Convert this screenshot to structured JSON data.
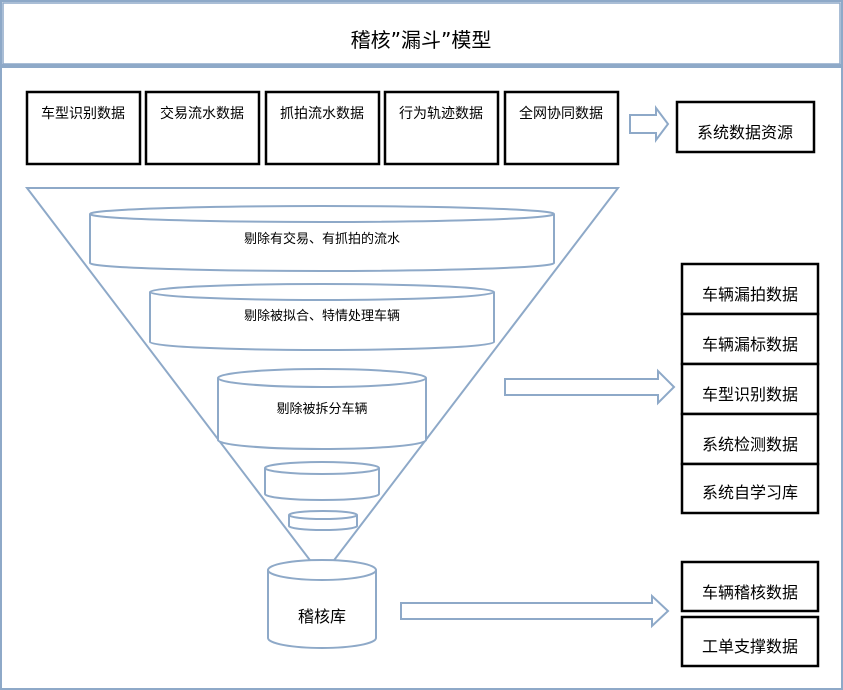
{
  "title": "稽核”漏斗”模型",
  "inputs": [
    "车型识别数据",
    "交易流水数据",
    "抓拍流水数据",
    "行为轨迹数据",
    "全网协同数据"
  ],
  "system_resource": "系统数据资源",
  "funnel_stages": [
    "剔除有交易、有抓拍的流水",
    "剔除被拟合、特情处理车辆",
    "剔除被拆分车辆",
    "",
    ""
  ],
  "audit_db": "稽核库",
  "side_data": [
    "车辆漏拍数据",
    "车辆漏标数据",
    "车型识别数据",
    "系统检测数据",
    "系统自学习库"
  ],
  "outputs": [
    "车辆稽核数据",
    "工单支撑数据"
  ],
  "colors": {
    "frame": "#7f9db9",
    "box_border": "#000000",
    "shape_stroke": "#8ea9c8"
  }
}
